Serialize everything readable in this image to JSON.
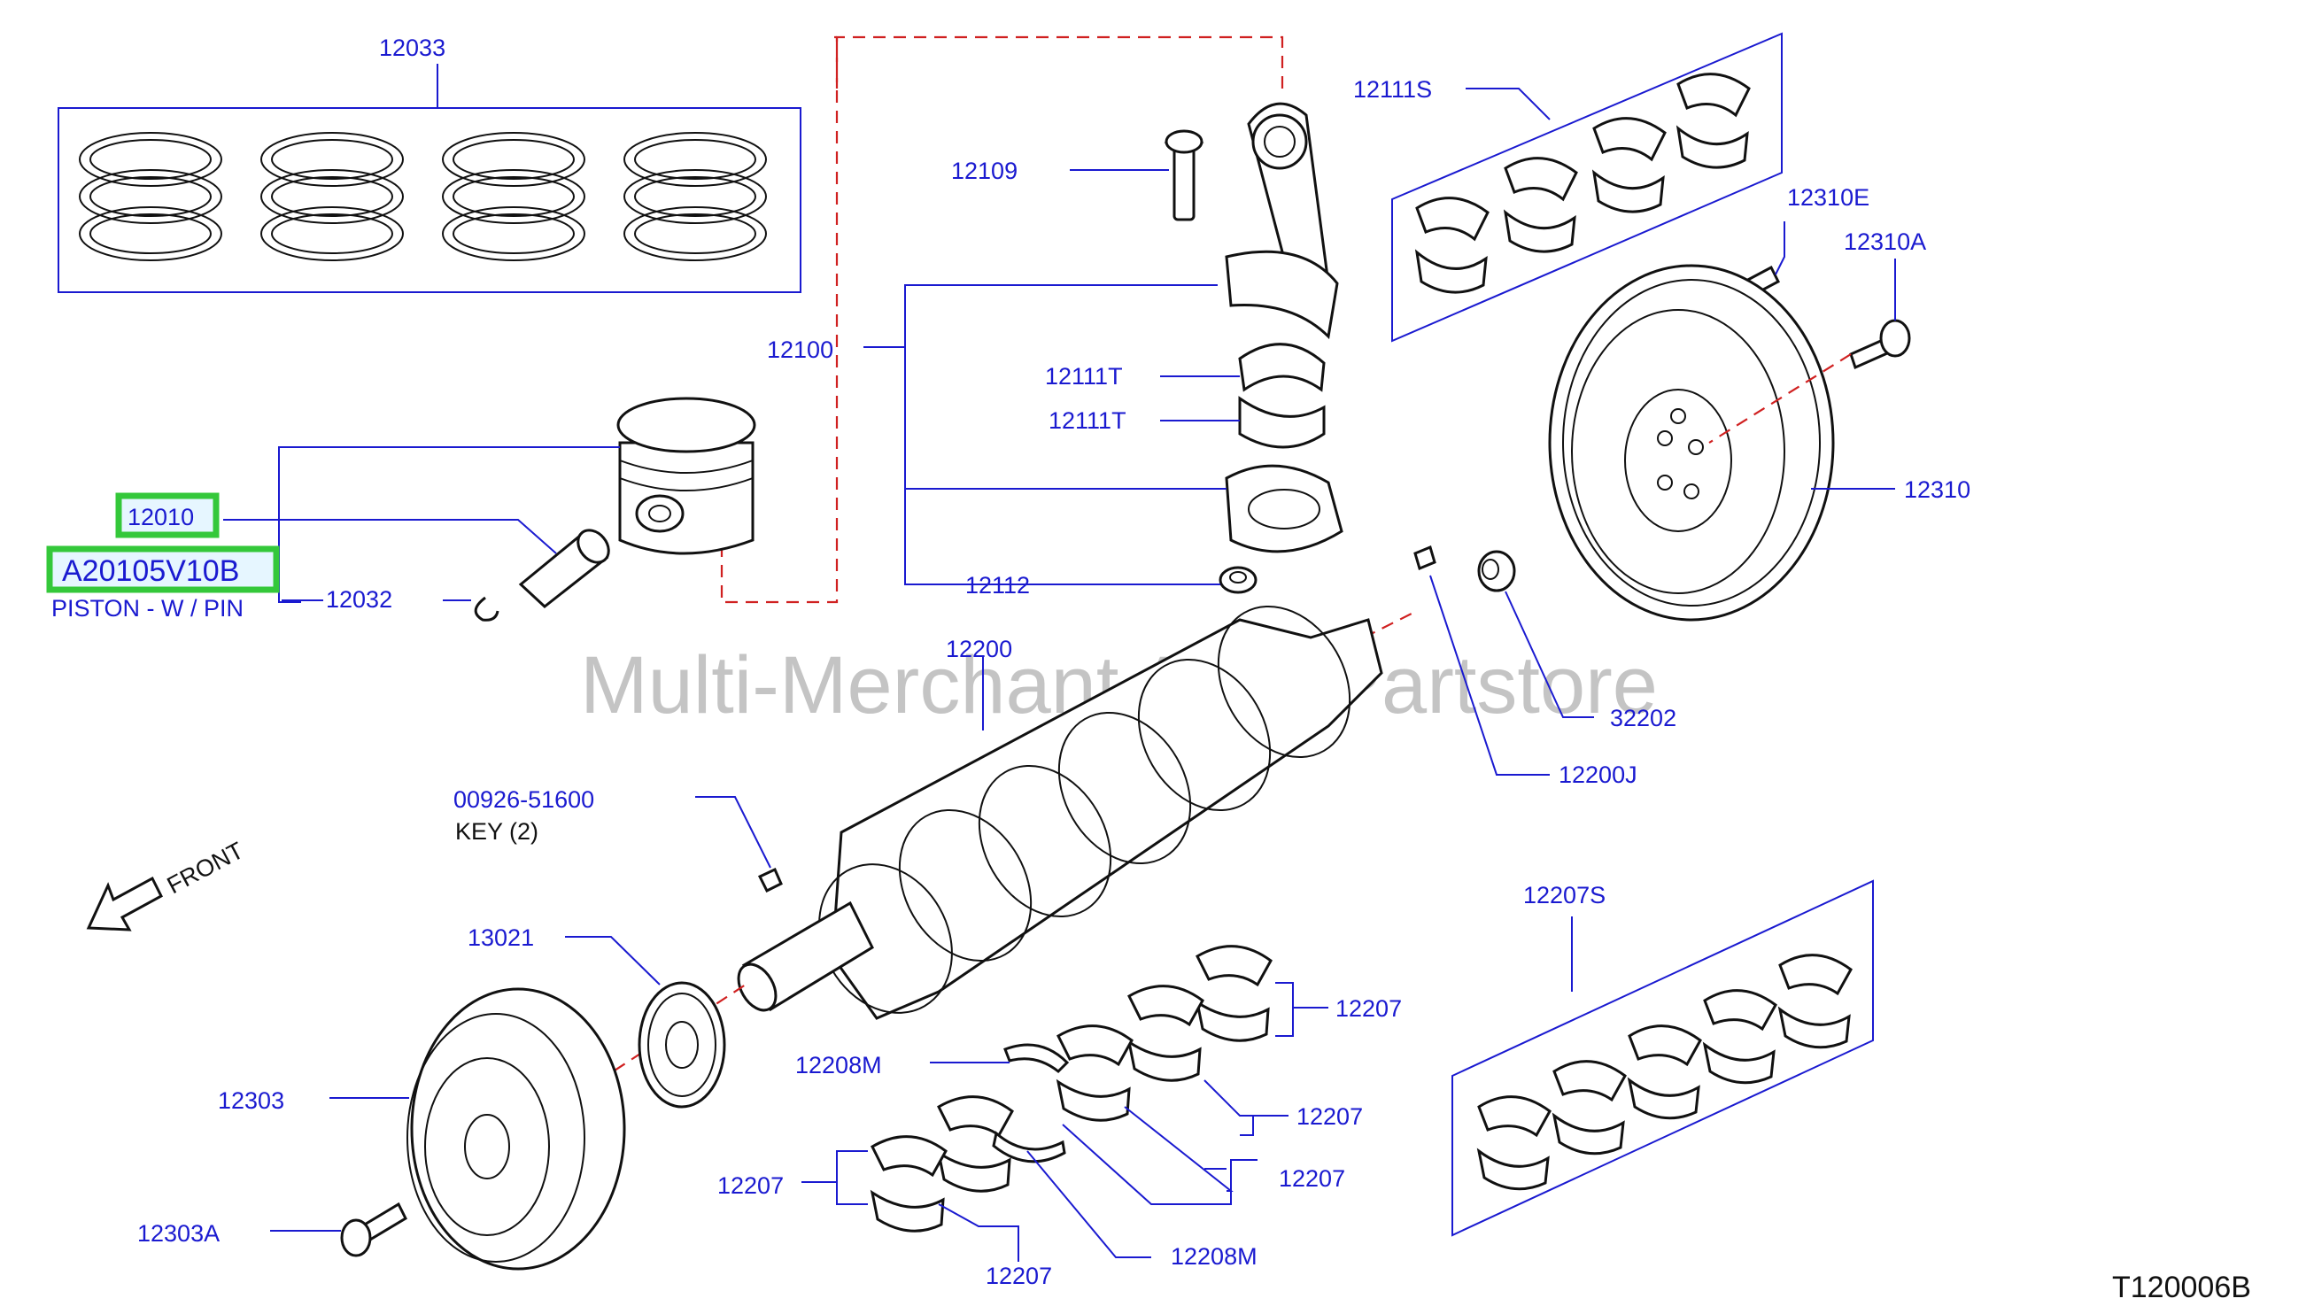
{
  "diagram": {
    "watermark": "Multi-Merchant Auto Partstore",
    "code": "T120006B",
    "front_label": "FRONT",
    "colors": {
      "label": "#1a1ad0",
      "centerline": "#d02020",
      "highlight": "#34c83a"
    },
    "labels": {
      "p12033": "12033",
      "p12111S": "12111S",
      "p12109": "12109",
      "p12310E": "12310E",
      "p12310A": "12310A",
      "p12100": "12100",
      "p12111T_a": "12111T",
      "p12111T_b": "12111T",
      "p12310": "12310",
      "p12010": "12010",
      "pA20105V10B": "A20105V10B",
      "piston_desc": "PISTON - W / PIN",
      "p12032": "12032",
      "p12112": "12112",
      "p12200": "12200",
      "p32202": "32202",
      "p12200J": "12200J",
      "p00926": "00926-51600",
      "key_desc": "KEY  (2)",
      "p12207S": "12207S",
      "p13021": "13021",
      "p12207_a": "12207",
      "p12208M_a": "12208M",
      "p12303": "12303",
      "p12207_b": "12207",
      "p12207_c": "12207",
      "p12207_d": "12207",
      "p12303A": "12303A",
      "p12208M_b": "12208M",
      "p12207_e": "12207"
    }
  }
}
